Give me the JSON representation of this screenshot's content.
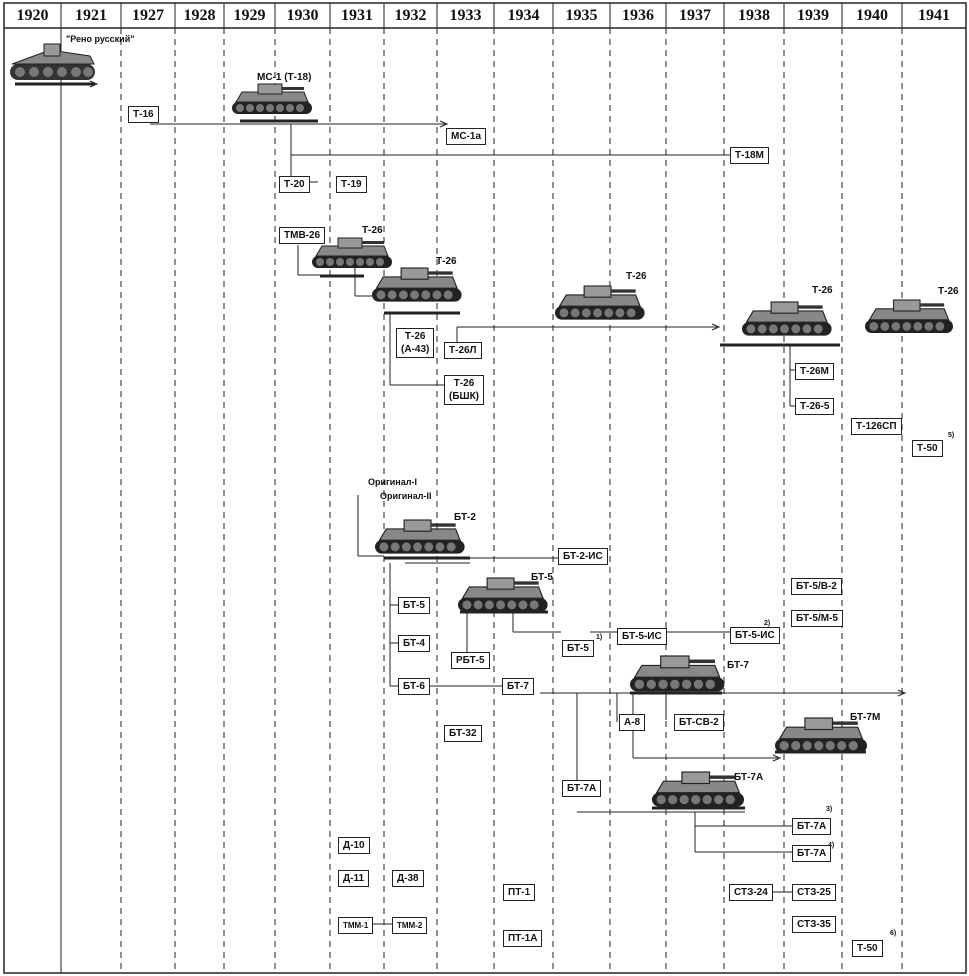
{
  "years": [
    "1920",
    "1921",
    "1927",
    "1928",
    "1929",
    "1930",
    "1931",
    "1932",
    "1933",
    "1934",
    "1935",
    "1936",
    "1937",
    "1938",
    "1939",
    "1940",
    "1941"
  ],
  "labels": {
    "reno": "\"Рено русский\"",
    "ms1": "МС-1 (Т-18)",
    "t26_a": "Т-26",
    "t26_b": "Т-26",
    "t26_c": "Т-26",
    "t26_d": "Т-26",
    "t26_e": "Т-26",
    "orig1": "Оригинал-I",
    "orig2": "Оригинал-II",
    "bt2": "БТ-2",
    "bt5": "БТ-5",
    "bt7": "БТ-7",
    "bt7m": "БТ-7М",
    "bt7a_tank": "БТ-7А"
  },
  "boxes": {
    "t16": "Т-16",
    "ms1a": "МС-1а",
    "t18m": "Т-18М",
    "t20": "Т-20",
    "t19": "Т-19",
    "tmb26": "ТМВ-26",
    "t26a43_1": "Т-26",
    "t26a43_2": "(А-43)",
    "t26l": "Т-26Л",
    "t26bhk_1": "Т-26",
    "t26bhk_2": "(БШК)",
    "t26m": "Т-26М",
    "t26s": "Т-26-5",
    "t126sp": "Т-126СП",
    "t50a": "Т-50",
    "bt2is": "БТ-2-ИС",
    "bt5b2": "БТ-5/В-2",
    "bt5m5": "БТ-5/М-5",
    "bt5box": "БТ-5",
    "bt4": "БТ-4",
    "rbt5": "РБТ-5",
    "bt5r": "БТ-5",
    "bt5is": "БТ-5-ИС",
    "bt5is2": "БТ-5-ИС",
    "bt6": "БТ-6",
    "bt7box": "БТ-7",
    "a8": "А-8",
    "btsv2": "БТ-СВ-2",
    "bt32": "БТ-32",
    "bt7abox": "БТ-7А",
    "bt7a_3": "БТ-7А",
    "bt7a_4": "БТ-7А",
    "d10": "Д-10",
    "d11": "Д-11",
    "d38": "Д-38",
    "pt1": "ПТ-1",
    "pt1a": "ПТ-1А",
    "st24": "СТЗ-24",
    "st25": "СТЗ-25",
    "st35": "СТЗ-35",
    "tmm1": "ТММ-1",
    "tmm2": "ТММ-2",
    "t50b": "Т-50"
  },
  "notes": {
    "n1": "1)",
    "n2": "2)",
    "n3": "3)",
    "n4": "4)",
    "n5": "5)",
    "n6": "6)"
  }
}
